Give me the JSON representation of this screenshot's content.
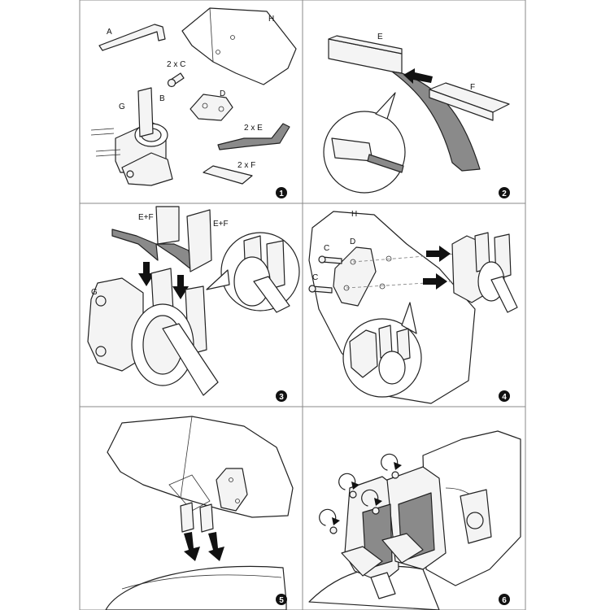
{
  "panels": [
    {
      "number": "1",
      "labels": {
        "A": "A",
        "B": "B",
        "C": "2 x C",
        "D": "D",
        "E": "2 x E",
        "F": "2 x F",
        "G": "G",
        "H": "H"
      }
    },
    {
      "number": "2",
      "labels": {
        "E": "E",
        "F": "F"
      }
    },
    {
      "number": "3",
      "labels": {
        "EF1": "E+F",
        "EF2": "E+F",
        "G": "G"
      }
    },
    {
      "number": "4",
      "labels": {
        "H": "H",
        "D": "D",
        "C1": "C",
        "C2": "C"
      }
    },
    {
      "number": "5",
      "labels": {}
    },
    {
      "number": "6",
      "labels": {}
    }
  ]
}
